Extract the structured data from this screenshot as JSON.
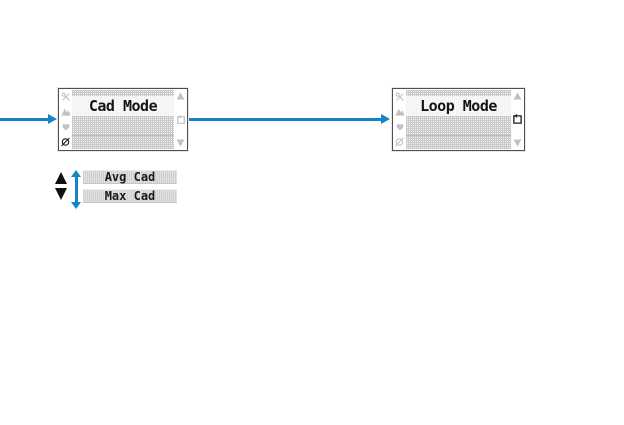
{
  "colors": {
    "background": "#ffffff",
    "arrow_blue": "#1385c6",
    "lcd_grid": "#c9c9c9",
    "icon_inactive": "#c2c2c2",
    "icon_active": "#1c1c1c",
    "screen_border": "#4f4f4f",
    "menu_bar_fill": "#dadada"
  },
  "screens": [
    {
      "title": "Cad Mode",
      "left_icons": [
        "tools",
        "altitude",
        "heart-rate",
        "cadence"
      ],
      "right_icons": [
        "scroll-up",
        "loop",
        "scroll-down"
      ],
      "active_icon": "cadence"
    },
    {
      "title": "Loop Mode",
      "left_icons": [
        "tools",
        "altitude",
        "heart-rate",
        "cadence"
      ],
      "right_icons": [
        "scroll-up",
        "loop",
        "scroll-down"
      ],
      "active_icon": "loop"
    }
  ],
  "menu": {
    "items": [
      "Avg Cad",
      "Max Cad"
    ]
  }
}
